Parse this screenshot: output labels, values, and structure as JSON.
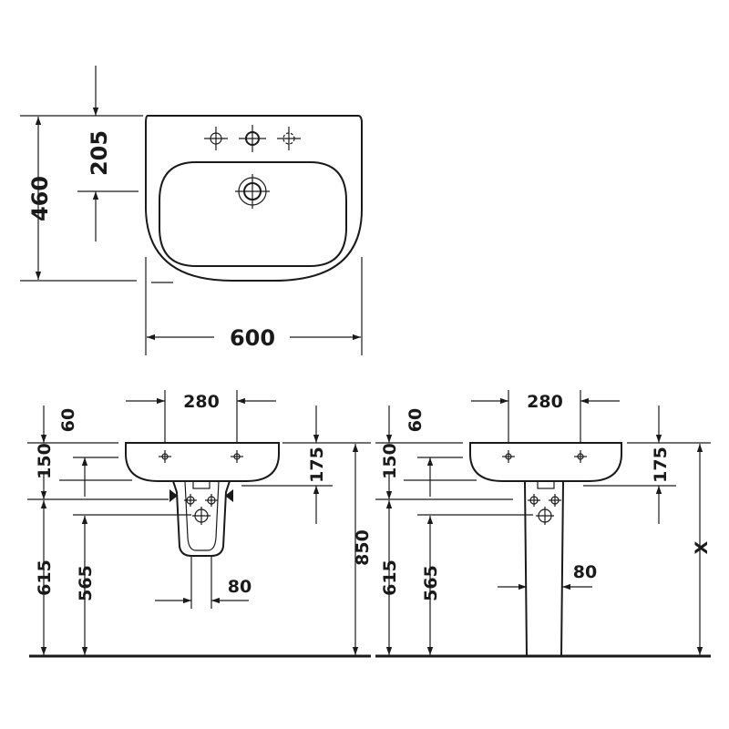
{
  "top_view": {
    "width_label": "600",
    "depth_label": "460",
    "tap_offset_label": "205"
  },
  "wall_hung": {
    "tap_spacing_label": "280",
    "label_60": "60",
    "label_150": "150",
    "label_615": "615",
    "label_565": "565",
    "label_175": "175",
    "label_850": "850",
    "label_80": "80"
  },
  "pedestal": {
    "tap_spacing_label": "280",
    "label_60": "60",
    "label_150": "150",
    "label_615": "615",
    "label_565": "565",
    "label_175": "175",
    "label_x": "X",
    "label_80": "80"
  }
}
